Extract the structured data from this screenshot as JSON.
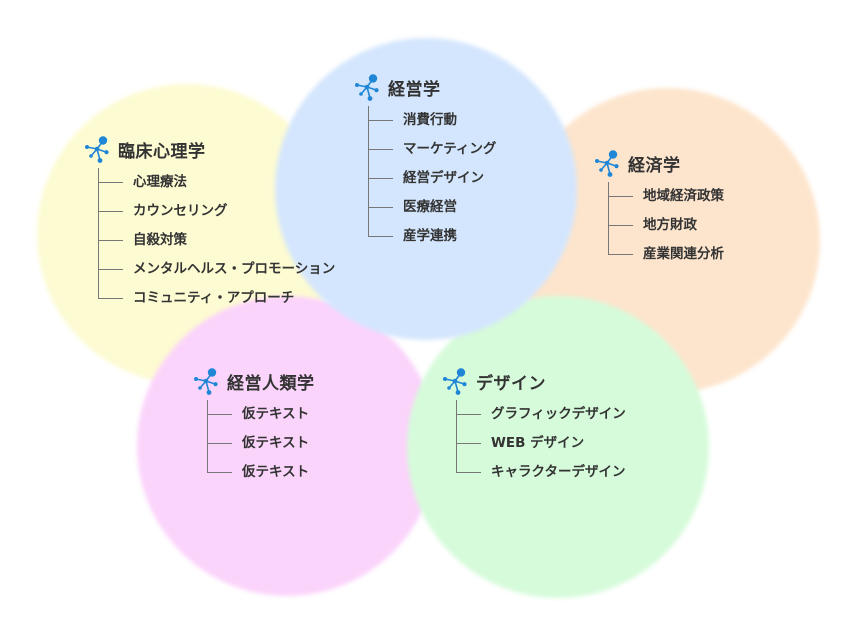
{
  "colors": {
    "clinical_circle": "#fdfbd2",
    "management_circle": "#d4e6fd",
    "economics_circle": "#fde5cd",
    "anthropology_circle": "#fbd4fb",
    "design_circle": "#d6fbda",
    "icon_blue": "#1f86d6",
    "text": "#333333",
    "tree_line": "#777777"
  },
  "icon": "network-node-icon",
  "groups": {
    "clinical_psychology": {
      "title": "臨床心理学",
      "items": [
        "心理療法",
        "カウンセリング",
        "自殺対策",
        "メンタルヘルス・プロモーション",
        "コミュニティ・アプローチ"
      ]
    },
    "management": {
      "title": "経営学",
      "items": [
        "消費行動",
        "マーケティング",
        "経営デザイン",
        "医療経営",
        "産学連携"
      ]
    },
    "economics": {
      "title": "経済学",
      "items": [
        "地域経済政策",
        "地方財政",
        "産業関連分析"
      ]
    },
    "business_anthropology": {
      "title": "経営人類学",
      "items": [
        "仮テキスト",
        "仮テキスト",
        "仮テキスト"
      ]
    },
    "design": {
      "title": "デザイン",
      "items": [
        "グラフィックデザイン",
        "WEB デザイン",
        "キャラクターデザイン"
      ]
    }
  }
}
